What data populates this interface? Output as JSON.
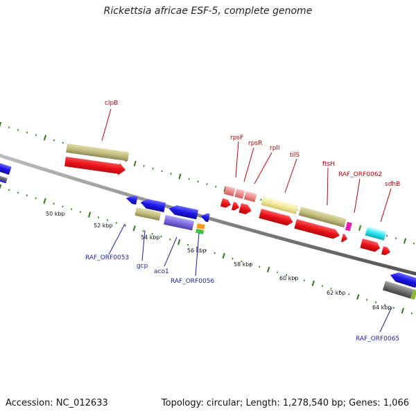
{
  "title": "Rickettsia africae ESF-5, complete genome",
  "accession": "Accession: NC_012633",
  "summary": "Topology: circular; Length: 1,278,540 bp; Genes: 1,066",
  "colors": {
    "backbone": "#8a8a8a",
    "tick": "#2a7a12",
    "forward_feature": "#e8131a",
    "reverse_feature": "#1c17e8",
    "annotation_top": "#c00000",
    "annotation_bottom": "#1a1aaa"
  },
  "scale_ticks": [
    "50 kbp",
    "52 kbp",
    "54 kbp",
    "56 kbp",
    "58 kbp",
    "60 kbp",
    "62 kbp",
    "64 kbp"
  ],
  "labels_top": [
    "clpB",
    "rpsF",
    "rpsR",
    "rplI",
    "tilS",
    "ftsH",
    "RAF_ORF0062",
    "sdhB"
  ],
  "labels_bottom": [
    "RAF_ORF0053",
    "gcp",
    "aco1",
    "RAF_ORF0056",
    "RAF_ORF0065"
  ]
}
